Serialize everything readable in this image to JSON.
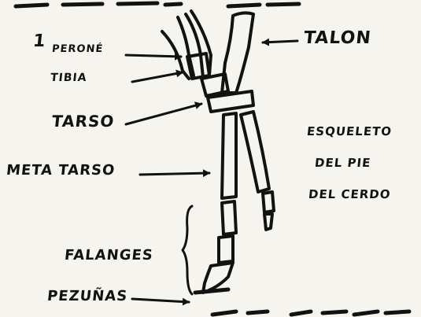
{
  "labels": {
    "number": "1",
    "perone": "PERONÉ",
    "tibia": "TIBIA",
    "talon": "TALON",
    "tarso": "TARSO",
    "meta_tarso": "META TARSO",
    "title_line1": "ESQUELETO",
    "title_line2": "DEL PIE",
    "title_line3": "DEL CERDO",
    "falanges": "FALANGES",
    "pezunas": "PEZUÑAS"
  },
  "colors": {
    "ink": "#121212",
    "paper": "#f6f4ee"
  }
}
